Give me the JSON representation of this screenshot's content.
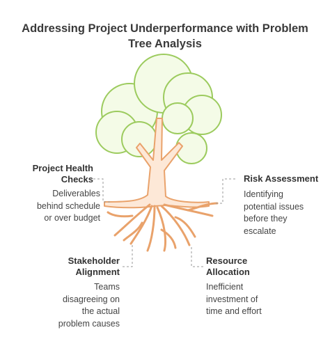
{
  "title": {
    "line1": "Addressing Project Underperformance with Problem",
    "line2": "Tree Analysis"
  },
  "nodes": {
    "project_health": {
      "heading": [
        "Project Health",
        "Checks"
      ],
      "description": [
        "Deliverables",
        "behind schedule",
        "or over budget"
      ]
    },
    "risk_assessment": {
      "heading": [
        "Risk Assessment"
      ],
      "description": [
        "Identifying",
        "potential issues",
        "before they",
        "escalate"
      ]
    },
    "stakeholder": {
      "heading": [
        "Stakeholder",
        "Alignment"
      ],
      "description": [
        "Teams",
        "disagreeing on",
        "the actual",
        "problem causes"
      ]
    },
    "resource": {
      "heading": [
        "Resource",
        "Allocation"
      ],
      "description": [
        "Inefficient",
        "investment of",
        "time and effort"
      ]
    }
  },
  "colors": {
    "foliage_fill": "#f4fbe7",
    "foliage_stroke": "#9ccb5e",
    "trunk_fill": "#fde8d7",
    "trunk_stroke": "#e9a26b",
    "connector": "#999999"
  },
  "icons": [
    "tree-illustration"
  ]
}
